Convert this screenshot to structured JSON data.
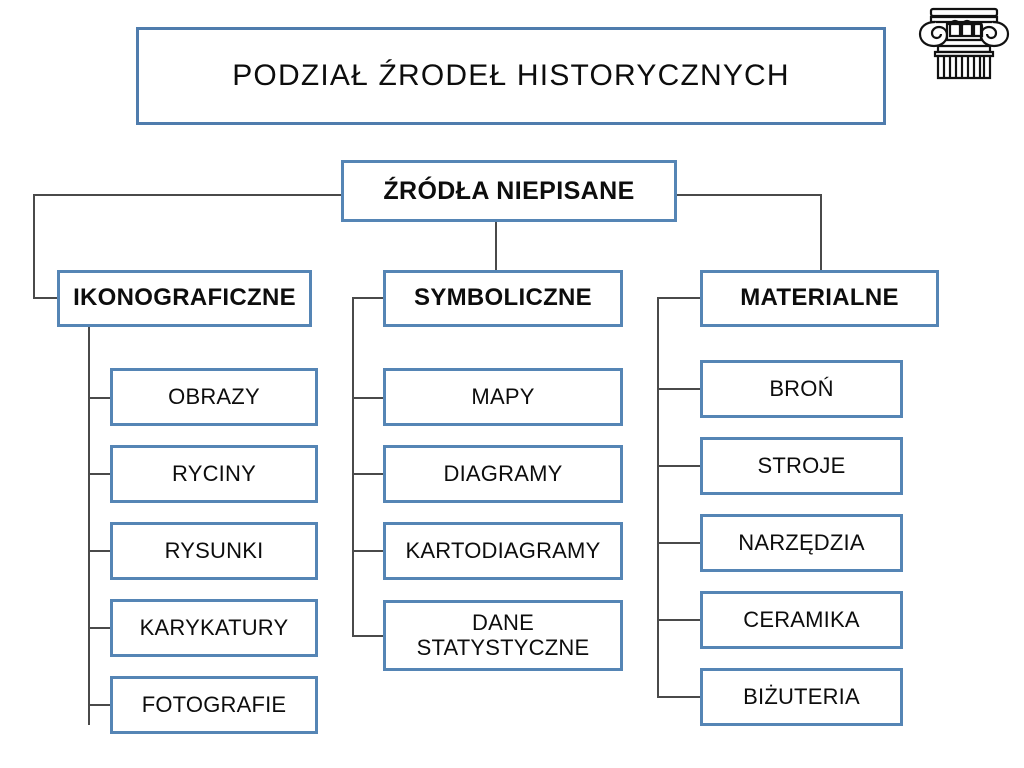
{
  "page": {
    "title": "PODZIAŁ  ŹRODEŁ HISTORYCZNYCH",
    "background_color": "#ffffff",
    "accent_color": "#5585b5",
    "line_color": "#4a4a4a",
    "text_color": "#0d0d0d"
  },
  "decoration": {
    "icon_name": "ionic-column-capital-icon"
  },
  "diagram": {
    "root": {
      "label": "ŹRÓDŁA NIEPISANE"
    },
    "categories": [
      {
        "id": "ikonograficzne",
        "label": "IKONOGRAFICZNE",
        "children": [
          {
            "label": "OBRAZY"
          },
          {
            "label": "RYCINY"
          },
          {
            "label": "RYSUNKI"
          },
          {
            "label": "KARYKATURY"
          },
          {
            "label": "FOTOGRAFIE"
          }
        ]
      },
      {
        "id": "symboliczne",
        "label": "SYMBOLICZNE",
        "children": [
          {
            "label": "MAPY"
          },
          {
            "label": "DIAGRAMY"
          },
          {
            "label": "KARTODIAGRAMY"
          },
          {
            "label": "DANE STATYSTYCZNE"
          }
        ]
      },
      {
        "id": "materialne",
        "label": "MATERIALNE",
        "children": [
          {
            "label": "BROŃ"
          },
          {
            "label": "STROJE"
          },
          {
            "label": "NARZĘDZIA"
          },
          {
            "label": "CERAMIKA"
          },
          {
            "label": "BIŻUTERIA"
          }
        ]
      }
    ]
  }
}
